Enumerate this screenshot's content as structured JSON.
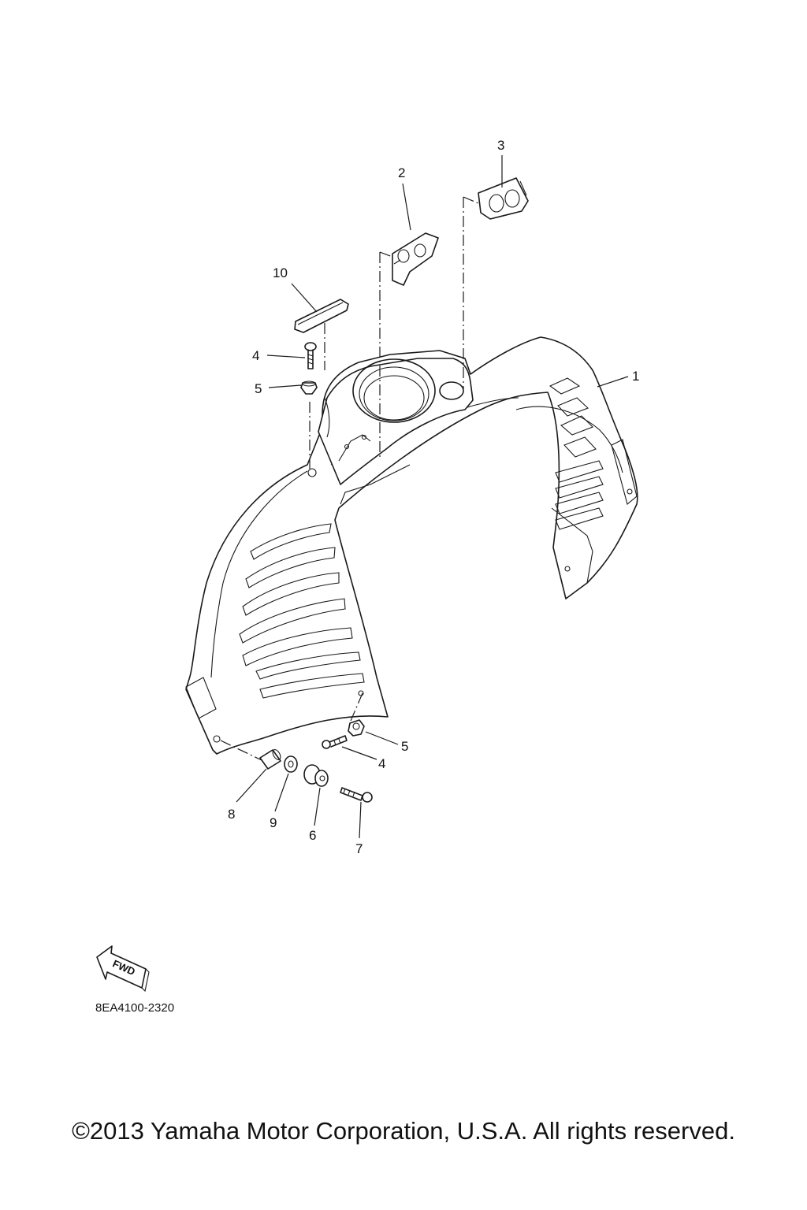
{
  "callouts": {
    "c1": "1",
    "c2": "2",
    "c3": "3",
    "c4a": "4",
    "c5a": "5",
    "c4b": "4",
    "c5b": "5",
    "c6": "6",
    "c7": "7",
    "c8": "8",
    "c9": "9",
    "c10": "10"
  },
  "fwd_label": "FWD",
  "diagram_code": "8EA4100-2320",
  "copyright": "©2013 Yamaha Motor Corporation, U.S.A. All rights reserved."
}
